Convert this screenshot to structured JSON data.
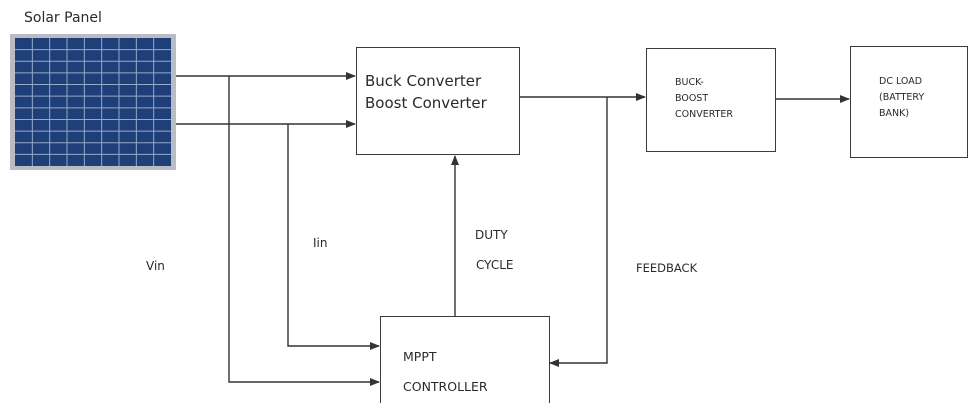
{
  "panel": {
    "label": "Solar Panel"
  },
  "blocks": {
    "buck_boost": {
      "line1": "Buck Converter",
      "line2": "Boost Converter"
    },
    "buck_boost_converter": {
      "line1": "BUCK-",
      "line2": "BOOST",
      "line3": "CONVERTER"
    },
    "dc_load": {
      "line1": "DC LOAD",
      "line2": "(BATTERY",
      "line3": "BANK)"
    },
    "mppt": {
      "line1": "MPPT",
      "line2": "CONTROLLER"
    }
  },
  "signals": {
    "vin": "Vin",
    "iin": "Iin",
    "duty_line1": "DUTY",
    "duty_line2": "CYCLE",
    "feedback": "FEEDBACK"
  },
  "colors": {
    "wire": "#333333",
    "panel_cell": "#1f3f78",
    "panel_grid": "#c9d7ee",
    "panel_frame": "#b9bcc2"
  }
}
